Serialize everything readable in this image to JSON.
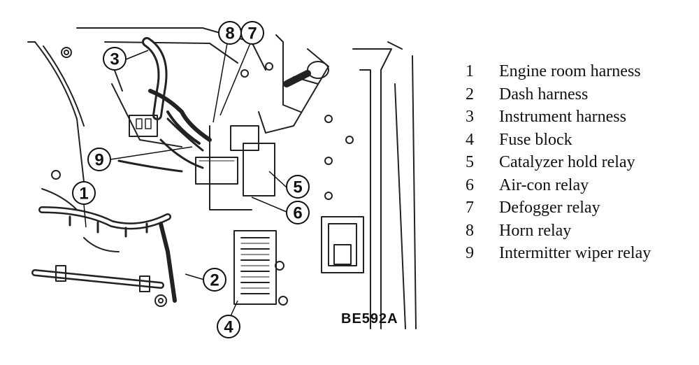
{
  "diagram": {
    "figure_code": "BE592A",
    "callouts": [
      "1",
      "2",
      "3",
      "4",
      "5",
      "6",
      "7",
      "8",
      "9"
    ]
  },
  "legend": [
    {
      "num": "1",
      "text": "Engine room harness"
    },
    {
      "num": "2",
      "text": "Dash harness"
    },
    {
      "num": "3",
      "text": "Instrument harness"
    },
    {
      "num": "4",
      "text": "Fuse block"
    },
    {
      "num": "5",
      "text": "Catalyzer hold relay"
    },
    {
      "num": "6",
      "text": "Air-con relay"
    },
    {
      "num": "7",
      "text": "Defogger relay"
    },
    {
      "num": "8",
      "text": "Horn relay"
    },
    {
      "num": "9",
      "text": "Intermitter wiper relay"
    }
  ]
}
